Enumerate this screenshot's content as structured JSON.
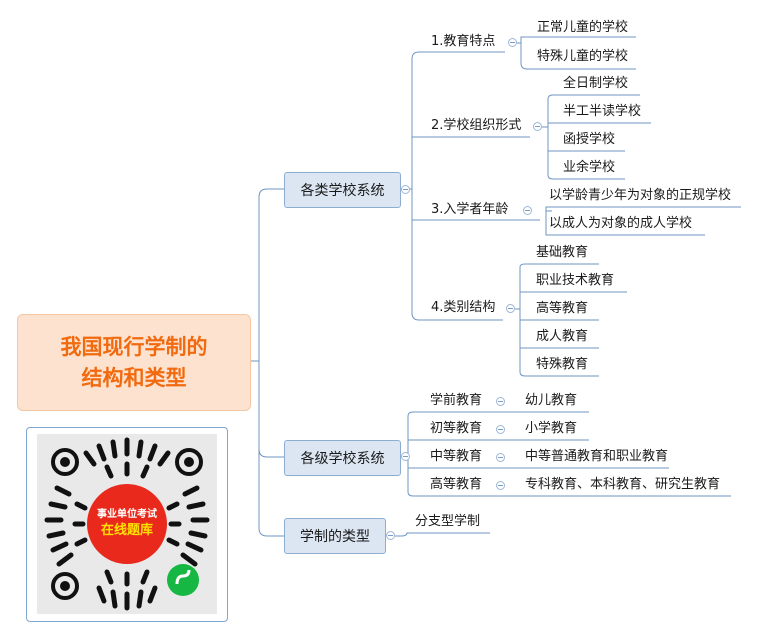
{
  "central": {
    "line1": "我国现行学制的",
    "line2": "结构和类型"
  },
  "branches": {
    "types_system": {
      "label": "各类学校系统",
      "sub1": {
        "label": "1.教育特点",
        "items": [
          "正常儿童的学校",
          "特殊儿童的学校"
        ]
      },
      "sub2": {
        "label": "2.学校组织形式",
        "items": [
          "全日制学校",
          "半工半读学校",
          "函授学校",
          "业余学校"
        ]
      },
      "sub3": {
        "label": "3.入学者年龄",
        "items": [
          "以学龄青少年为对象的正规学校",
          "以成人为对象的成人学校"
        ]
      },
      "sub4": {
        "label": "4.类别结构",
        "items": [
          "基础教育",
          "职业技术教育",
          "高等教育",
          "成人教育",
          "特殊教育"
        ]
      }
    },
    "levels_system": {
      "label": "各级学校系统",
      "rows": [
        {
          "level": "学前教育",
          "detail": "幼儿教育"
        },
        {
          "level": "初等教育",
          "detail": "小学教育"
        },
        {
          "level": "中等教育",
          "detail": "中等普通教育和职业教育"
        },
        {
          "level": "高等教育",
          "detail": "专科教育、本科教育、研究生教育"
        }
      ]
    },
    "school_type": {
      "label": "学制的类型",
      "items": [
        "分支型学制"
      ]
    }
  },
  "qr_card": {
    "line1": "事业单位考试",
    "line2": "在线题库",
    "icon": "mini-program-icon"
  },
  "colors": {
    "line": "#6f94c2",
    "central_text": "#f26a10",
    "central_bg": "#fde3cf",
    "main_bg": "#dce6f2",
    "badge_red": "#e8291b",
    "badge_yellow": "#ffe100"
  }
}
